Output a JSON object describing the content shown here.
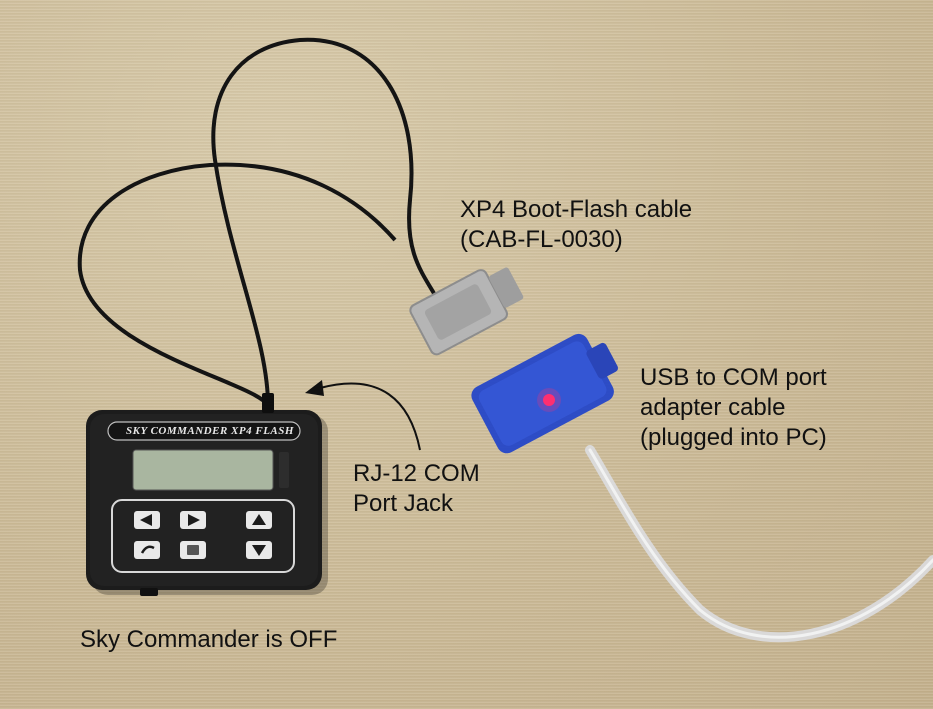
{
  "labels": {
    "flash_cable_line1": "XP4 Boot-Flash cable",
    "flash_cable_line2": "(CAB-FL-0030)",
    "usb_line1": "USB to COM port",
    "usb_line2": "adapter cable",
    "usb_line3": "(plugged into PC)",
    "rj12_line1": "RJ-12 COM",
    "rj12_line2": "Port Jack",
    "status": "Sky Commander is OFF"
  },
  "device": {
    "brand_text": "SKY COMMANDER XP4 FLASH"
  },
  "colors": {
    "background": "#cdbd9b",
    "device_body": "#1c1c1c",
    "lcd": "#a9b6a0",
    "adapter": "#1e3fc8",
    "led": "#ff2a6a",
    "connector": "#b9b9b9"
  }
}
